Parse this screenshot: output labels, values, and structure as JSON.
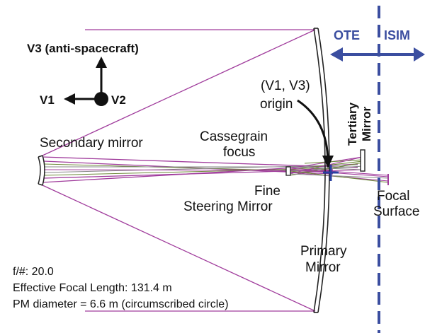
{
  "axes": {
    "v3_label": "V3 (anti-spacecraft)",
    "v1_label": "V1",
    "v2_label": "V2"
  },
  "divider": {
    "left_label": "OTE",
    "right_label": "ISIM",
    "color": "#3b4ea0"
  },
  "labels": {
    "secondary_mirror": "Secondary mirror",
    "cassegrain_line1": "Cassegrain",
    "cassegrain_line2": "focus",
    "origin_line1": "(V1, V3)",
    "origin_line2": "origin",
    "tertiary_line1": "Tertiary",
    "tertiary_line2": "Mirror",
    "fsm_line1": "Fine",
    "fsm_line2": "Steering Mirror",
    "focal_line1": "Focal",
    "focal_line2": "Surface",
    "primary_line1": "Primary",
    "primary_line2": "Mirror"
  },
  "specs": {
    "fnumber": "f/#: 20.0",
    "efl": "Effective Focal Length: 131.4 m",
    "pm_diameter": "PM diameter = 6.6 m (circumscribed circle)"
  },
  "colors": {
    "ray_purple": "#a03c9c",
    "ray_green": "#6e8a3a",
    "ray_gray": "#8a8a8a",
    "origin_marker": "#2a40a0"
  }
}
